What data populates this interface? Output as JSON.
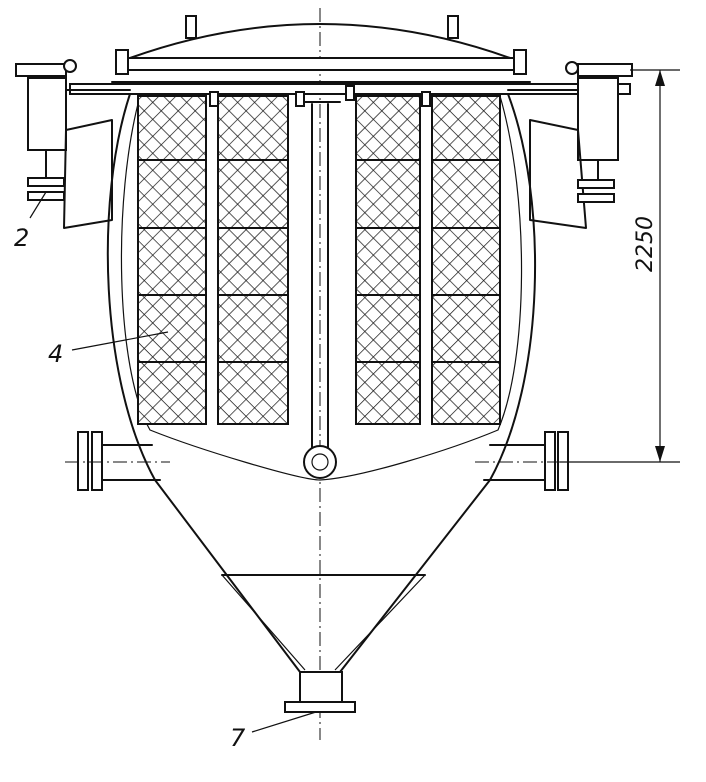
{
  "labels": {
    "part_2": "2",
    "part_4": "4",
    "part_7": "7"
  },
  "dimension": {
    "height": "2250"
  }
}
